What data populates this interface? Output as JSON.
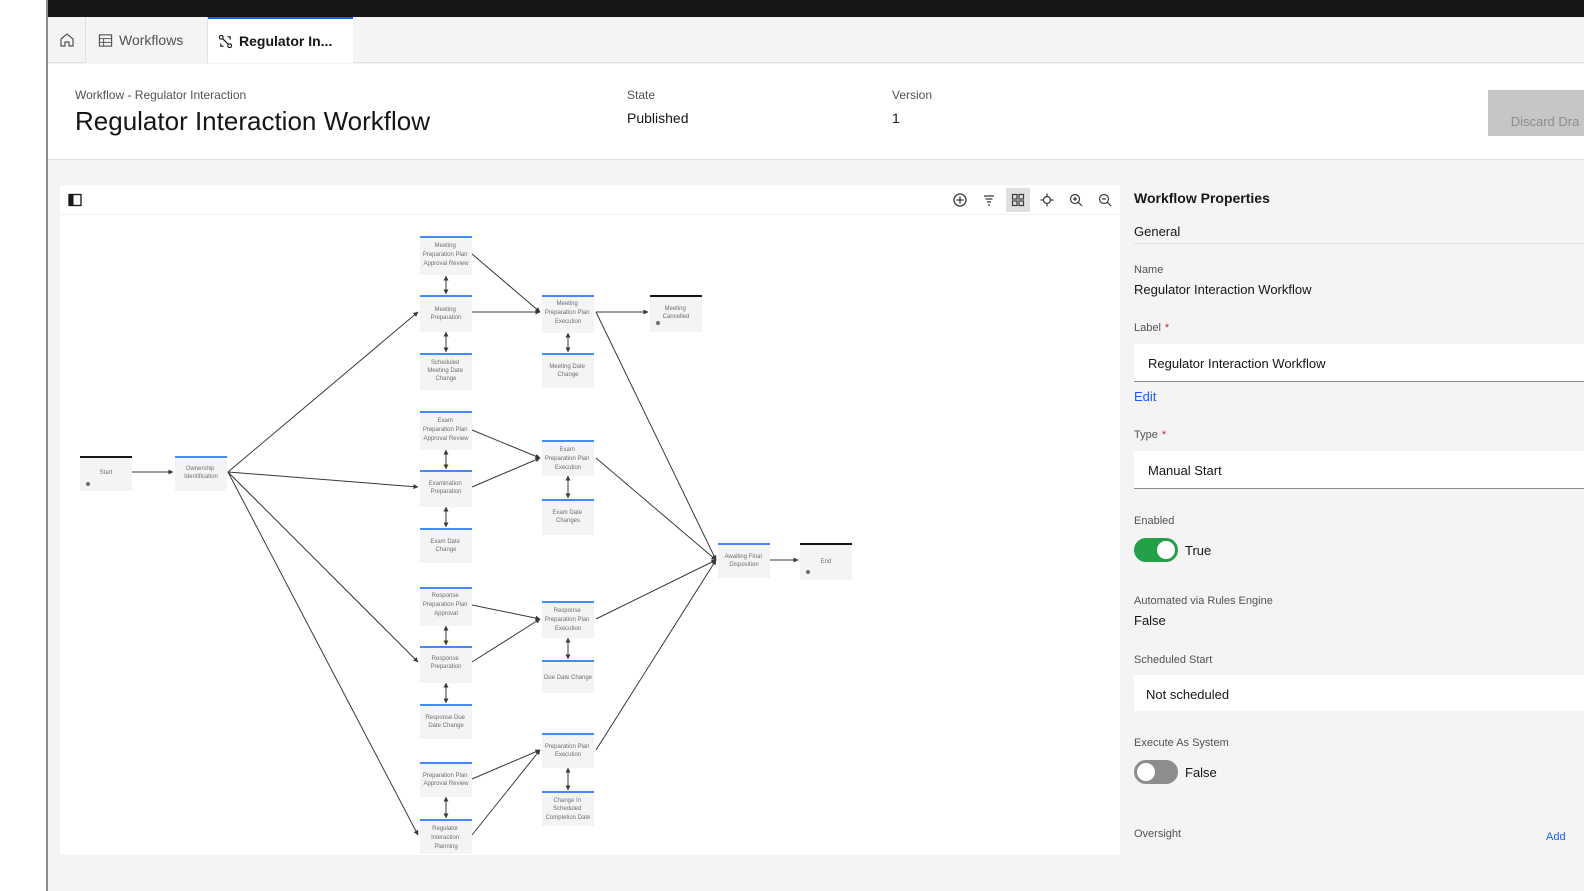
{
  "tabs": {
    "workflows_label": "Workflows",
    "active_label": "Regulator In..."
  },
  "header": {
    "breadcrumb": "Workflow - Regulator Interaction",
    "title": "Regulator Interaction Workflow",
    "state_label": "State",
    "state_value": "Published",
    "version_label": "Version",
    "version_value": "1",
    "discard_label": "Discard Dra"
  },
  "diagram": {
    "nodes": {
      "start": "Start",
      "ownership": [
        "Ownership",
        "Identification"
      ],
      "mp_approval": [
        "Meeting",
        "Preparation Plan",
        "Approval Review"
      ],
      "meeting_prep": [
        "Meeting",
        "Preparation"
      ],
      "sched_meeting": [
        "Scheduled",
        "Meeting Date",
        "Change"
      ],
      "exam_approval": [
        "Exam",
        "Preparation Plan",
        "Approval Review"
      ],
      "exam_prep": [
        "Examination",
        "Preparation"
      ],
      "exam_date": [
        "Exam Date",
        "Change"
      ],
      "resp_approval": [
        "Response",
        "Preparation Plan",
        "Approval"
      ],
      "resp_prep": [
        "Response",
        "Preparation"
      ],
      "resp_due": [
        "Response Due",
        "Date Change"
      ],
      "pp_approval": [
        "Preparation Plan",
        "Approval Review"
      ],
      "reg_planning": [
        "Regulator",
        "Interaction",
        "Planning"
      ],
      "mp_exec": [
        "Meeting",
        "Preparation Plan",
        "Execution"
      ],
      "meeting_date": [
        "Meeting Date",
        "Change"
      ],
      "exam_exec": [
        "Exam",
        "Preparation Plan",
        "Execution"
      ],
      "exam_changes": [
        "Exam Date",
        "Changes"
      ],
      "resp_exec": [
        "Response",
        "Preparation Plan",
        "Execution"
      ],
      "due_date": [
        "Due Date Change"
      ],
      "pp_exec": [
        "Preparation Plan",
        "Execution"
      ],
      "change_sched": [
        "Change In",
        "Scheduled",
        "Completion Date"
      ],
      "meeting_cancelled": [
        "Meeting",
        "Cancelled"
      ],
      "awaiting": [
        "Awaiting Final",
        "Disposition"
      ],
      "end": "End"
    }
  },
  "panel": {
    "title": "Workflow Properties",
    "tab_general": "General",
    "name_label": "Name",
    "name_value": "Regulator Interaction Workflow",
    "label_label": "Label",
    "label_value": "Regulator Interaction Workflow",
    "edit_link": "Edit",
    "type_label": "Type",
    "type_value": "Manual Start",
    "enabled_label": "Enabled",
    "enabled_value": "True",
    "automated_label": "Automated via Rules Engine",
    "automated_value": "False",
    "scheduled_label": "Scheduled Start",
    "scheduled_value": "Not scheduled",
    "execute_label": "Execute As System",
    "execute_value": "False",
    "oversight_label": "Oversight",
    "add_link": "Add"
  },
  "colors": {
    "accent": "#0f62fe",
    "toggle_on": "#24a148",
    "node_border": "#4589ff"
  }
}
